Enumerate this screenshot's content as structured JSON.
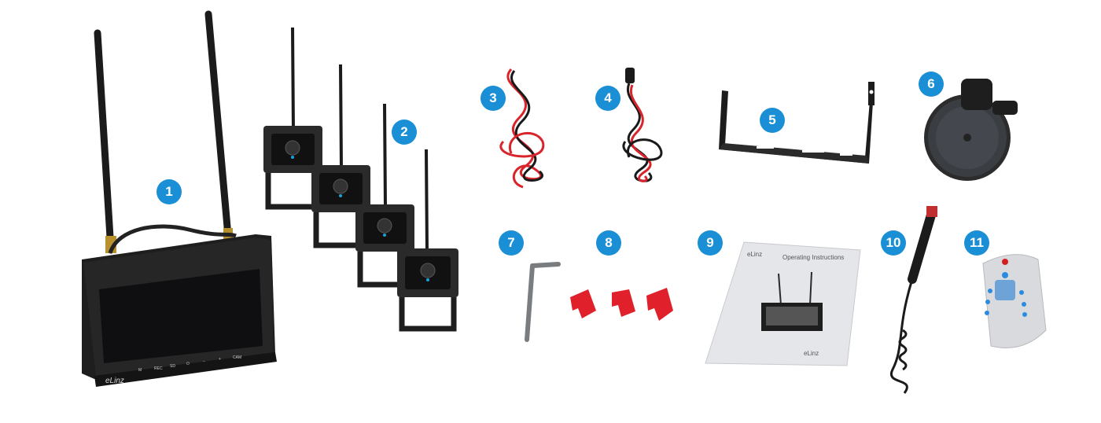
{
  "badges": [
    "1",
    "2",
    "3",
    "4",
    "5",
    "6",
    "7",
    "8",
    "9",
    "10",
    "11"
  ],
  "monitor": {
    "brand": "eLinz",
    "buttons": [
      "M",
      "REC",
      "SD",
      "⏻",
      "−",
      "+",
      "CAM"
    ]
  },
  "manual": {
    "brand": "eLinz",
    "title": "Operating Instructions"
  },
  "colors": {
    "badge": "#1a8fd6",
    "wire_red": "#d8242a",
    "wire_black": "#1a1a1a",
    "clip_red": "#e0202a"
  }
}
